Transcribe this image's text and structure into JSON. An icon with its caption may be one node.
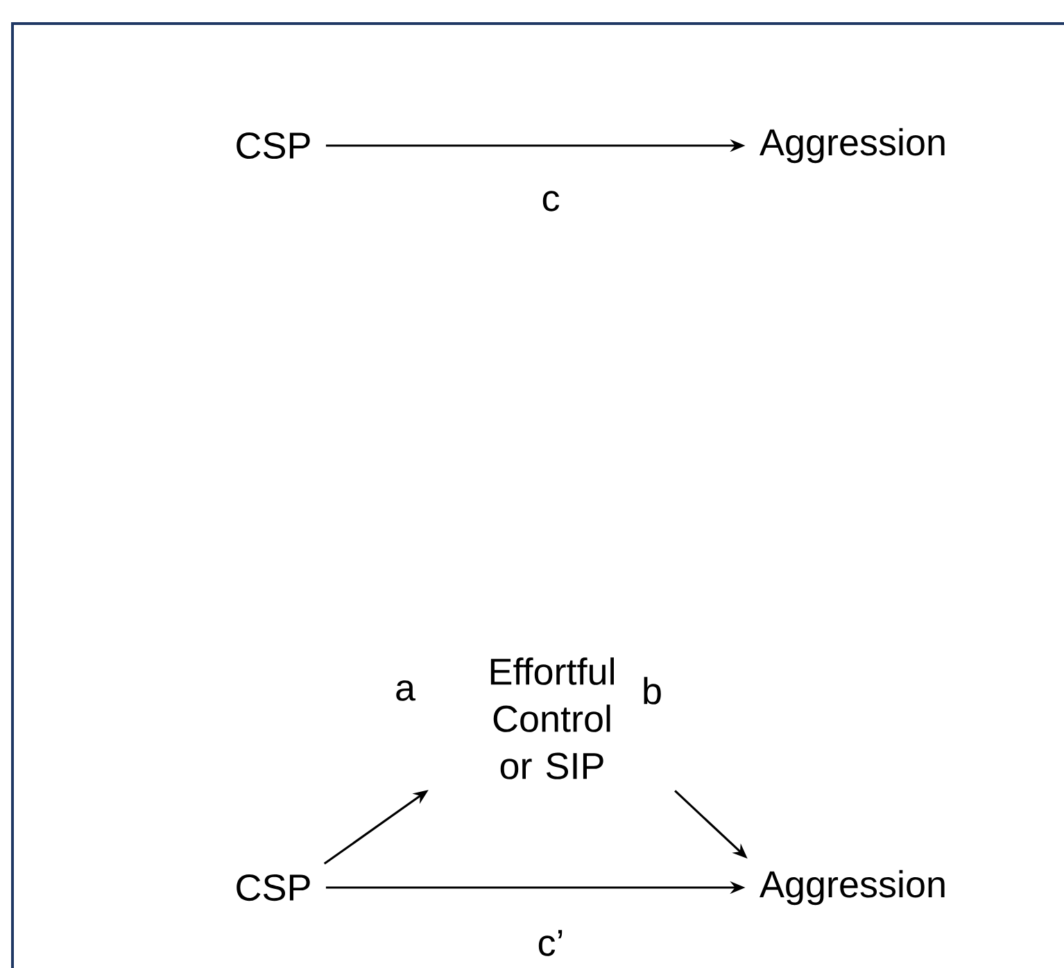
{
  "diagram": {
    "nodes": [
      {
        "text": [
          "CSP"
        ]
      },
      {
        "text": [
          "Aggression"
        ]
      },
      {
        "text": [
          "Effortful Control or SIP"
        ]
      },
      {
        "text": [
          "CSP"
        ]
      },
      {
        "text": [
          "Aggression"
        ]
      }
    ],
    "edges": [
      {
        "from": 0,
        "to": 1,
        "arrow": "to",
        "label": "c"
      },
      {
        "from": 3,
        "to": 2,
        "arrow": "to",
        "label": "a"
      },
      {
        "from": 2,
        "to": 4,
        "arrow": "to",
        "label": "b"
      },
      {
        "from": 3,
        "to": 4,
        "arrow": "to",
        "label": "c’"
      }
    ]
  }
}
